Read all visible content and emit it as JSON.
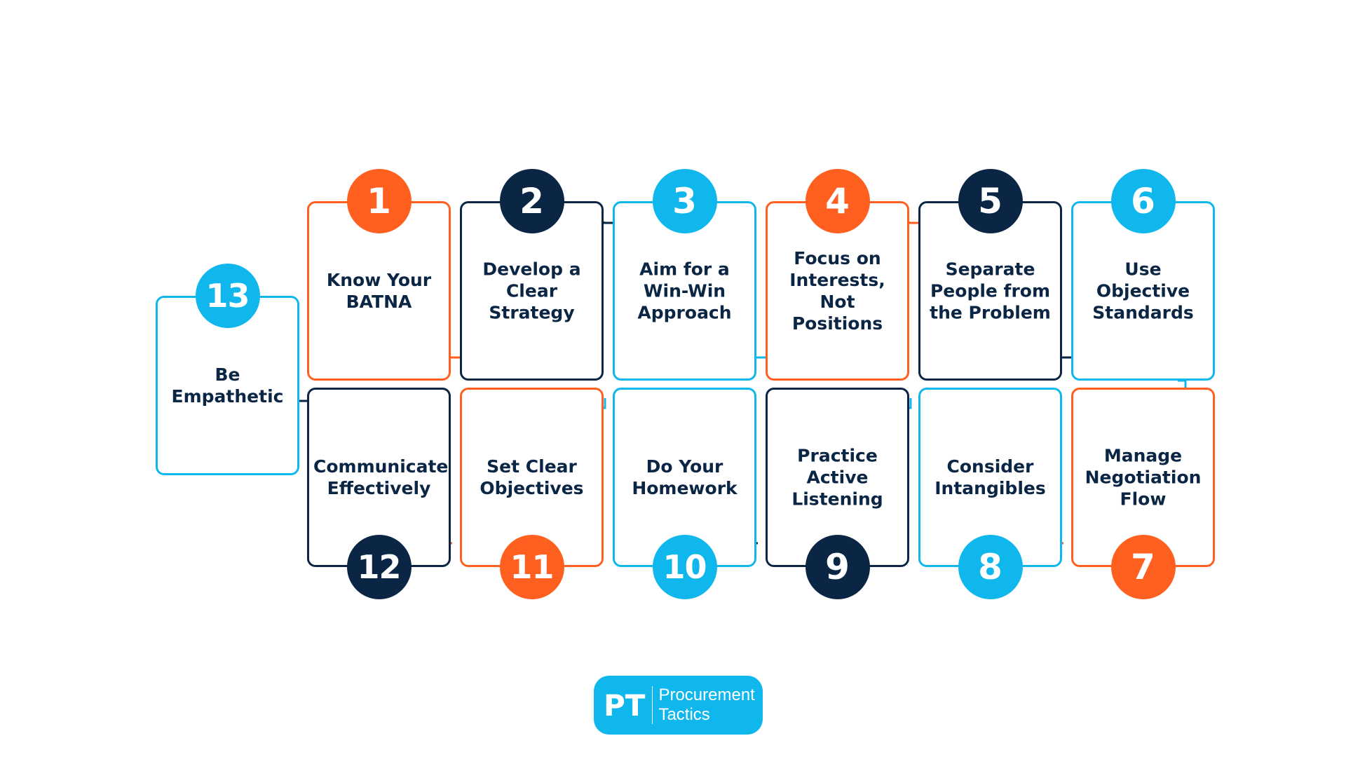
{
  "colors": {
    "orange": "#ff5f1f",
    "navy": "#0b2545",
    "cyan": "#10b7ec",
    "text": "#0b2545"
  },
  "steps": [
    {
      "num": "1",
      "label": "Know Your\nBATNA",
      "color": "orange"
    },
    {
      "num": "2",
      "label": "Develop a\nClear Strategy",
      "color": "navy"
    },
    {
      "num": "3",
      "label": "Aim for a\nWin-Win\nApproach",
      "color": "cyan"
    },
    {
      "num": "4",
      "label": "Focus on\nInterests, Not\nPositions",
      "color": "orange"
    },
    {
      "num": "5",
      "label": "Separate\nPeople from\nthe Problem",
      "color": "navy"
    },
    {
      "num": "6",
      "label": "Use Objective\nStandards",
      "color": "cyan"
    },
    {
      "num": "7",
      "label": "Manage\nNegotiation\nFlow",
      "color": "orange"
    },
    {
      "num": "8",
      "label": "Consider\nIntangibles",
      "color": "cyan"
    },
    {
      "num": "9",
      "label": "Practice\nActive\nListening",
      "color": "navy"
    },
    {
      "num": "10",
      "label": "Do Your\nHomework",
      "color": "cyan"
    },
    {
      "num": "11",
      "label": "Set Clear\nObjectives",
      "color": "orange"
    },
    {
      "num": "12",
      "label": "Communicate\nEffectively",
      "color": "navy"
    },
    {
      "num": "13",
      "label": "Be\nEmpathetic",
      "color": "cyan"
    }
  ],
  "logo": {
    "mark": "PT",
    "name": "Procurement\nTactics"
  }
}
